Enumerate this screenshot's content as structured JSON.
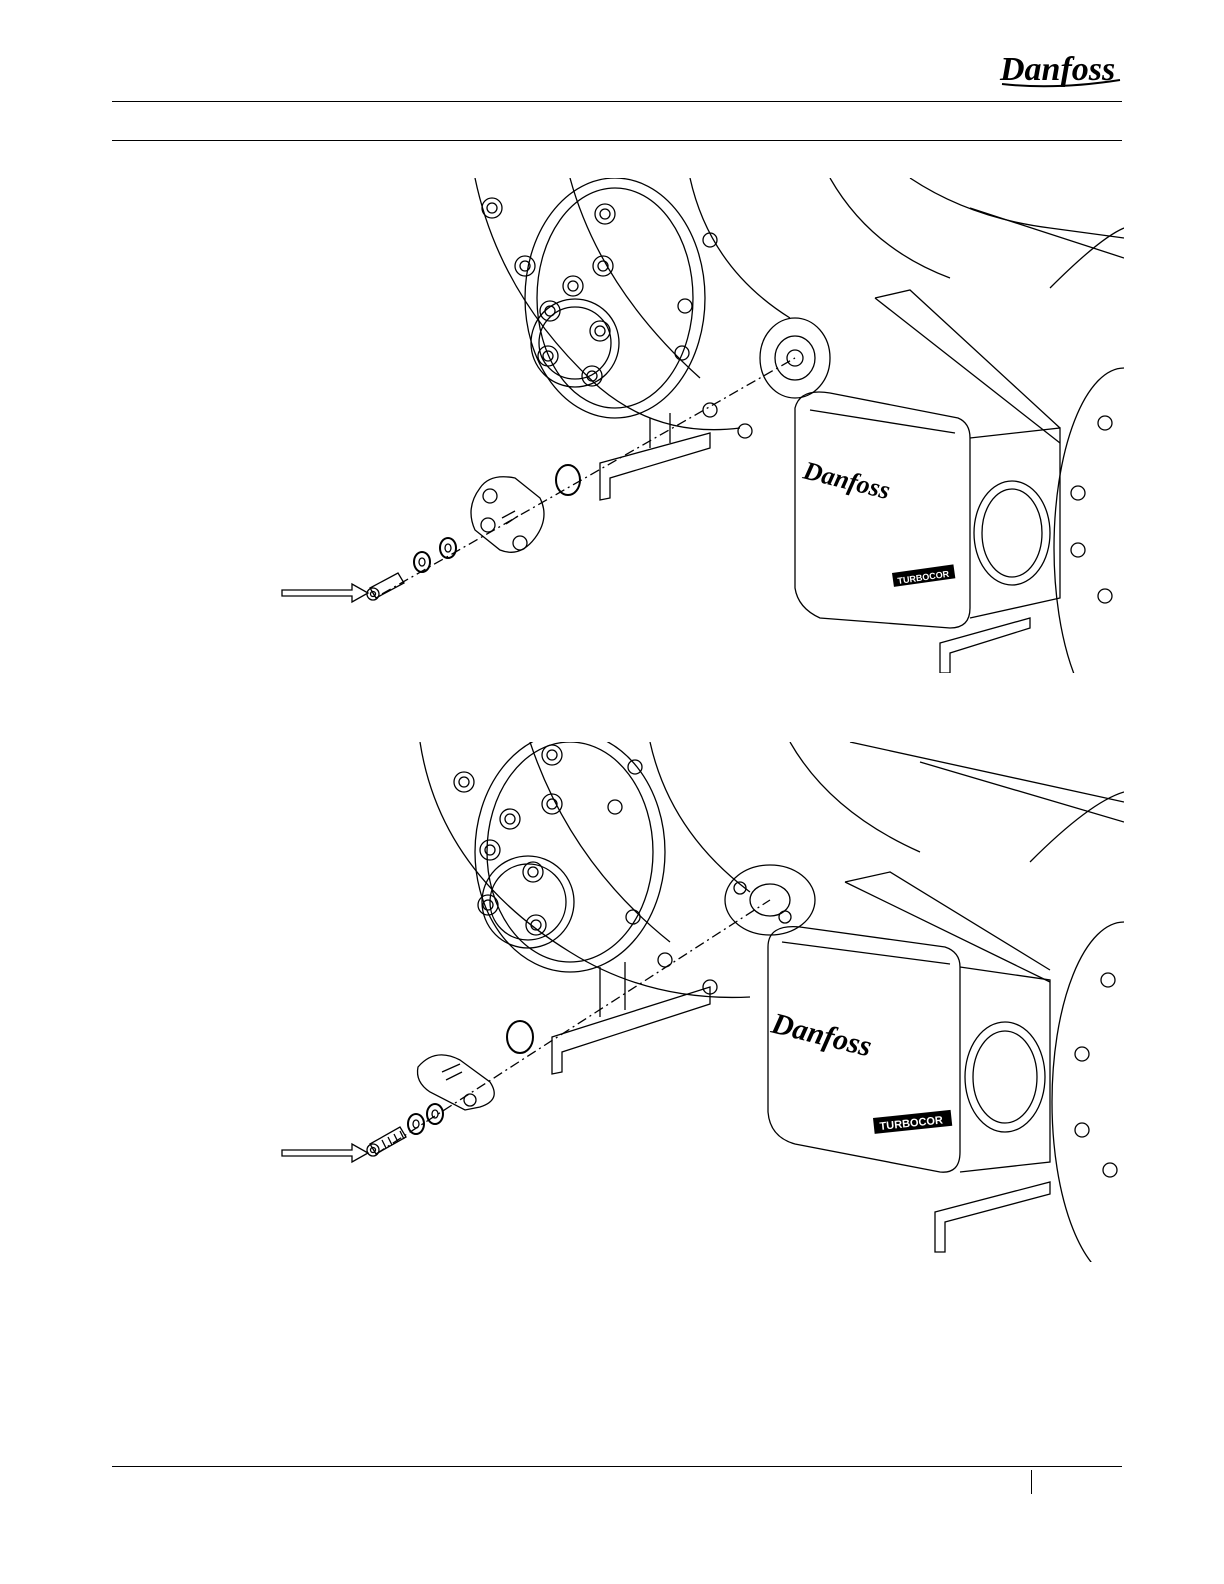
{
  "header": {
    "brand_logo_text": "Danfoss"
  },
  "figures": [
    {
      "id": "figure-1",
      "housing_logo_text": "Danfoss",
      "nameplate_text": "TURBOCOR"
    },
    {
      "id": "figure-2",
      "housing_logo_text": "Danfoss",
      "nameplate_text": "TURBOCOR"
    }
  ],
  "colors": {
    "line": "#000000",
    "background": "#ffffff",
    "arrow_fill": "#ffffff"
  }
}
